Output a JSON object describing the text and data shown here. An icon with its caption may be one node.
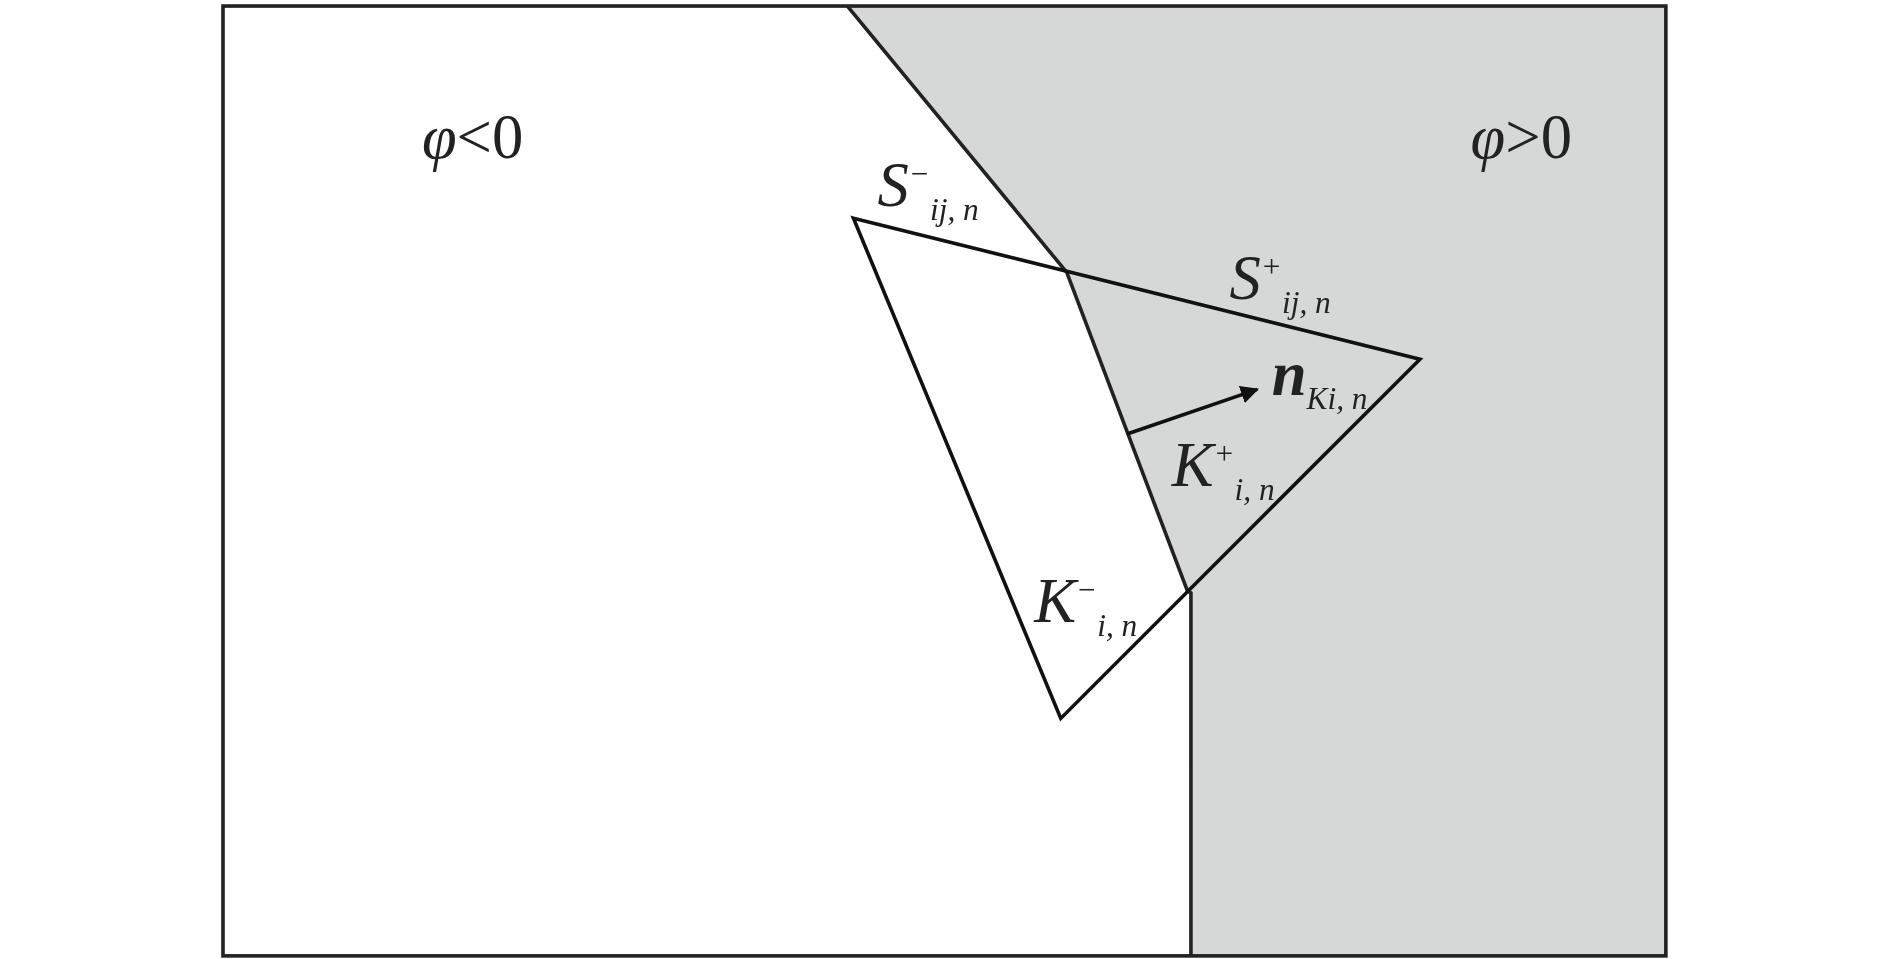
{
  "diagram": {
    "labels": [
      "*φ*<0",
      "*φ*>0",
      "S$^{−}$$_{ij, n}$",
      "S$^{+}$$_{ij, n}$",
      "**n**$_{K}$$_{i, n}$",
      "K$^{+}$$_{i, n}$",
      "K$^{−}$$_{i, n}$"
    ]
  }
}
